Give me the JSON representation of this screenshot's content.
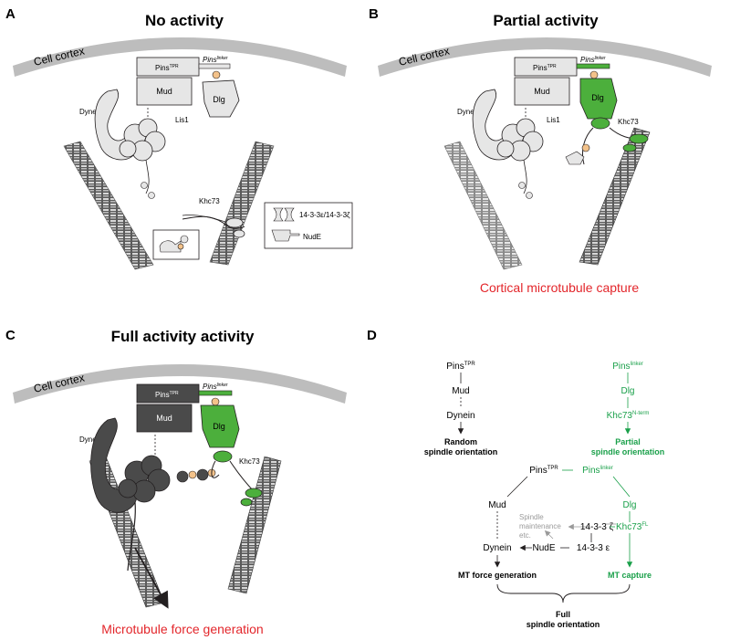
{
  "panels": {
    "a": {
      "letter": "A",
      "title": "No activity",
      "cortex": "Cell cortex",
      "pins_tpr": "Pins",
      "pins_tpr_sup": "TPR",
      "pins_linker": "Pins",
      "pins_linker_sup": "linker",
      "mud": "Mud",
      "dlg": "Dlg",
      "dynein": "Dynein",
      "lis1": "Lis1",
      "khc73": "Khc73",
      "legend_1433": "14-3-3ε/14-3-3ζ",
      "legend_nude": "NudE"
    },
    "b": {
      "letter": "B",
      "title": "Partial activity",
      "cortex": "Cell cortex",
      "pins_tpr": "Pins",
      "pins_tpr_sup": "TPR",
      "pins_linker": "Pins",
      "pins_linker_sup": "linker",
      "mud": "Mud",
      "dlg": "Dlg",
      "dynein": "Dynein",
      "lis1": "Lis1",
      "khc73": "Khc73",
      "caption": "Cortical microtubule capture"
    },
    "c": {
      "letter": "C",
      "title": "Full activity activity",
      "cortex": "Cell cortex",
      "pins_tpr": "Pins",
      "pins_tpr_sup": "TPR",
      "pins_linker": "Pins",
      "pins_linker_sup": "linker",
      "mud": "Mud",
      "dlg": "Dlg",
      "dynein": "Dynein",
      "khc73": "Khc73",
      "caption": "Microtubule force generation"
    },
    "d": {
      "letter": "D",
      "left_pins": "Pins",
      "left_pins_sup": "TPR",
      "left_mud": "Mud",
      "left_dynein": "Dynein",
      "left_result_1": "Random",
      "left_result_2": "spindle orientation",
      "right_pins": "Pins",
      "right_pins_sup": "linker",
      "right_dlg": "Dlg",
      "right_khc": "Khc73",
      "right_khc_sup": "N-term",
      "right_result_1": "Partial",
      "right_result_2": "spindle orientation",
      "net_pins_tpr": "Pins",
      "net_pins_tpr_sup": "TPR",
      "net_pins_linker": "Pins",
      "net_pins_linker_sup": "linker",
      "net_mud": "Mud",
      "net_dlg": "Dlg",
      "net_spindle_1": "Spindle",
      "net_spindle_2": "maintenance",
      "net_spindle_3": "etc.",
      "net_1433z": "14-3-3 ζ",
      "net_khc": "Khc73",
      "net_khc_sup": "FL",
      "net_dynein": "Dynein",
      "net_nude": "NudE",
      "net_1433e": "14-3-3 ε",
      "out_force": "MT force generation",
      "out_capture": "MT capture",
      "full_1": "Full",
      "full_2": "spindle orientation"
    }
  },
  "colors": {
    "green": "#4caf3c",
    "text_green": "#1aa04a",
    "red": "#e3262b",
    "grey_fill": "#e6e6e6",
    "dark_fill": "#4a4a4a",
    "cortex": "#bdbdbd",
    "muted": "#9a9a9a"
  }
}
